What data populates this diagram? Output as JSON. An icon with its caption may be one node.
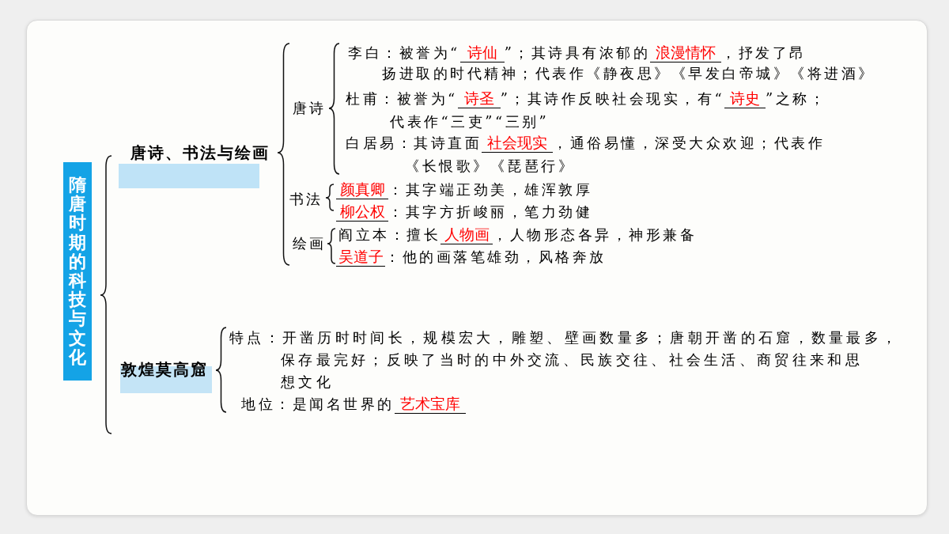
{
  "diagram": {
    "nodes": [
      {
        "text": [
          "隋唐时期的科技与文化"
        ]
      },
      {
        "text": [
          "唐诗、书法与绘画"
        ]
      },
      {
        "text": [
          "敦煌莫高窟"
        ]
      }
    ],
    "labels": [
      "唐诗",
      "李白：被誉为“",
      "诗仙",
      "”；其诗具有浓郁的",
      "浪漫情怀",
      "，抒发了昂",
      "扬进取的时代精神；代表作《静夜思》《早发白帝城》《将进酒》",
      "杜甫：被誉为“",
      "诗圣",
      "”；其诗作反映社会现实，有“",
      "诗史",
      "”之称；",
      "代表作“三吏”“三别”",
      "白居易：其诗直面",
      "社会现实",
      "，通俗易懂，深受大众欢迎；代表作",
      "《长恨歌》《琵琶行》",
      "书法",
      "颜真卿",
      "：其字端正劲美，雄浑敦厚",
      "柳公权",
      "：其字方折峻丽，笔力劲健",
      "绘画",
      "阎立本：擅长",
      "人物画",
      "，人物形态各异，神形兼备",
      "吴道子",
      "：他的画落笔雄劲，风格奔放",
      "特点：开凿历时时间长，规模宏大，雕塑、壁画数量多；唐朝开凿的石窟，数量最多，保存最完好；反映了当时的中外交流、民族交往、社会生活、商贸往来和思想文化",
      "地位：是闻名世界的",
      "艺术宝库"
    ]
  }
}
